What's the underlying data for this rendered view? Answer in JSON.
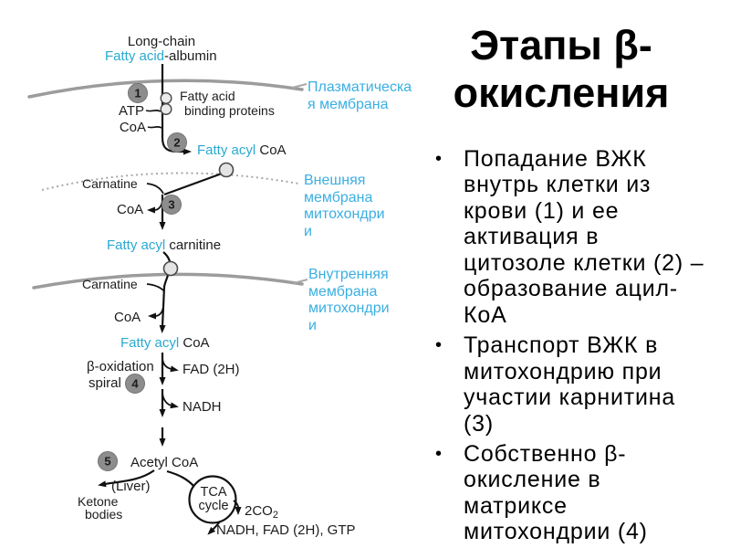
{
  "slide": {
    "background": "#ffffff",
    "diagram_cyan": "#2aa9d0",
    "label_cyan": "#3bafe2",
    "line_black": "#1c1c1c",
    "membrane_gray": "#9c9c9c",
    "step_circle_gray": "#8d8d8d"
  },
  "title": {
    "line1": "Этапы β-",
    "line2": "окисления"
  },
  "bullets": {
    "marker": "•",
    "item1": {
      "l1": "Попадание ВЖК",
      "l2": "внутрь клетки из",
      "l3": "крови (1) и ее",
      "l4": "активация в",
      "l5": "цитозоле клетки (2) –",
      "l6": "образование ацил-",
      "l7": "КоА"
    },
    "item2": {
      "l1": "Транспорт ВЖК в",
      "l2": "митохондрию при",
      "l3": "участии карнитина",
      "l4": "(3)"
    },
    "item3": {
      "l1": "Собственно β-",
      "l2": "окисление в",
      "l3": "матриксе",
      "l4": "митохондрии (4)"
    }
  },
  "diagram": {
    "long_chain": "Long-chain",
    "fatty_acid": "Fatty acid",
    "albumin_suffix": "-albumin",
    "step1": "1",
    "step2": "2",
    "step3": "3",
    "step4": "4",
    "step5": "5",
    "fa_binding_l1": "Fatty acid",
    "fa_binding_l2": "binding proteins",
    "atp": "ATP",
    "coa": "CoA",
    "fatty_acyl": "Fatty acyl ",
    "coa_plain": "CoA",
    "carnatine": "Carnatine",
    "carnitine_suffix": "carnitine",
    "beta_oxidation": "β-oxidation",
    "spiral": "spiral",
    "fad_2h": "FAD (2H)",
    "nadh": "NADH",
    "acetyl_coa": "Acetyl CoA",
    "liver": "(Liver)",
    "ketone": "Ketone",
    "bodies": "bodies",
    "tca_l1": "TCA",
    "tca_l2": "cycle",
    "co2_main": "2CO",
    "co2_sub": "2",
    "products": "NADH, FAD (2H), GTP",
    "membrane1": {
      "l1": "Плазматическа",
      "l2": "я мембрана"
    },
    "membrane2": {
      "l1": "Внешняя",
      "l2": "мембрана",
      "l3": "митохондри",
      "l4": "и"
    },
    "membrane3": {
      "l1": "Внутренняя",
      "l2": "мембрана",
      "l3": "митохондри",
      "l4": "и"
    }
  }
}
